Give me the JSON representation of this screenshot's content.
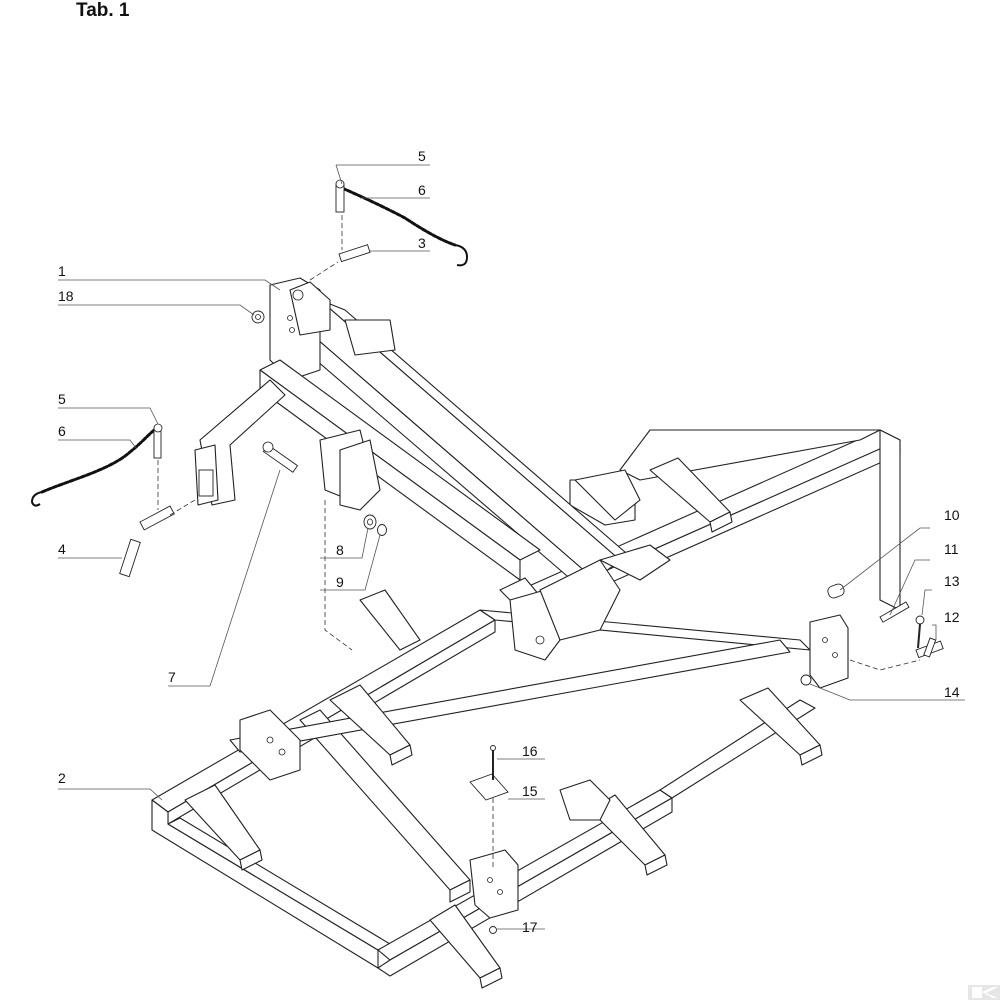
{
  "title": "Tab. 1",
  "callouts": [
    {
      "id": "c5a",
      "text": "5"
    },
    {
      "id": "c6a",
      "text": "6"
    },
    {
      "id": "c3",
      "text": "3"
    },
    {
      "id": "c1",
      "text": "1"
    },
    {
      "id": "c18",
      "text": "18"
    },
    {
      "id": "c5b",
      "text": "5"
    },
    {
      "id": "c6b",
      "text": "6"
    },
    {
      "id": "c4",
      "text": "4"
    },
    {
      "id": "c8",
      "text": "8"
    },
    {
      "id": "c9",
      "text": "9"
    },
    {
      "id": "c7",
      "text": "7"
    },
    {
      "id": "c10",
      "text": "10"
    },
    {
      "id": "c11",
      "text": "11"
    },
    {
      "id": "c13",
      "text": "13"
    },
    {
      "id": "c12",
      "text": "12"
    },
    {
      "id": "c14",
      "text": "14"
    },
    {
      "id": "c2",
      "text": "2"
    },
    {
      "id": "c16",
      "text": "16"
    },
    {
      "id": "c15",
      "text": "15"
    },
    {
      "id": "c17",
      "text": "17"
    }
  ],
  "logo": {
    "icon": "brand-k-logo-icon",
    "color": "#dddddd"
  }
}
